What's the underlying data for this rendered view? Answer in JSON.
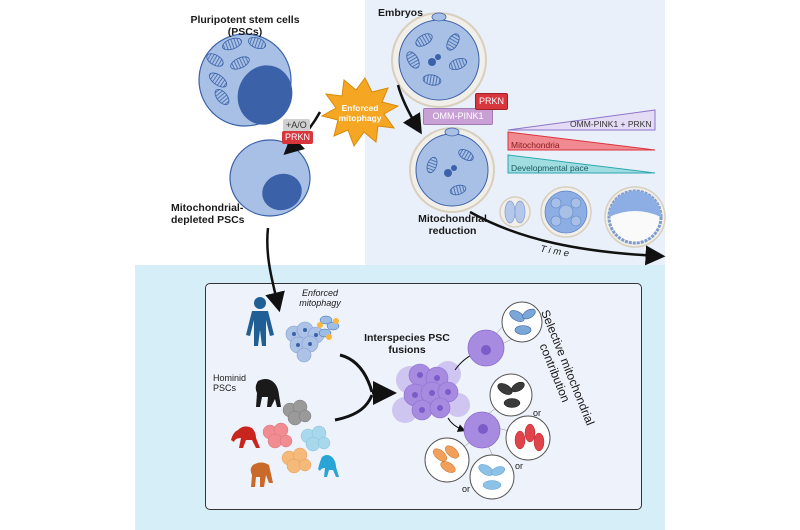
{
  "labels": {
    "pscs_title": "Pluripotent stem cells",
    "pscs_sub": "(PSCs)",
    "ao": "+A/O",
    "prkn_left": "PRKN",
    "depleted_1": "Mitochondrial-",
    "depleted_2": "depleted PSCs",
    "embryos": "Embryos",
    "starburst_1": "Enforced",
    "starburst_2": "mitophagy",
    "omm_pink1": "OMM-PINK1",
    "prkn_right": "PRKN",
    "reduction_1": "Mitochondrial",
    "reduction_2": "reduction",
    "time": "T i m e",
    "enforced_1": "Enforced",
    "enforced_2": "mitophagy",
    "hominid_1": "Hominid",
    "hominid_2": "PSCs",
    "fusions_1": "Interspecies PSC",
    "fusions_2": "fusions",
    "selective_1": "Selective mitochondrial",
    "selective_2": "contribution",
    "or": "or"
  },
  "gradients": [
    {
      "label": "OMM-PINK1 + PRKN",
      "direction": "increasing",
      "color": "#b9a5e0"
    },
    {
      "label": "Mitochondria",
      "direction": "decreasing",
      "color": "#e8474f"
    },
    {
      "label": "Developmental pace",
      "direction": "decreasing",
      "color": "#4fc2c9"
    }
  ],
  "colors": {
    "cell": "#a9c0e6",
    "nucleus": "#3b62a8",
    "prkn": "#d9353d",
    "omm": "#c9a0d6",
    "starburst": "#f5a623",
    "fused_cell": "#a78be0",
    "human": "#1f5f96",
    "gorilla": "#1a1a1a",
    "chimp_red": "#c8261c",
    "orangutan": "#c96a2a",
    "bonobo": "#2aa3d6"
  },
  "species_mito": [
    {
      "name": "human",
      "color": "#7aa6d8"
    },
    {
      "name": "gorilla",
      "color": "#3a3a3a"
    },
    {
      "name": "chimpanzee",
      "color": "#e0444a"
    },
    {
      "name": "bonobo",
      "color": "#8cc1e8"
    },
    {
      "name": "orangutan",
      "color": "#f0a05a"
    }
  ]
}
